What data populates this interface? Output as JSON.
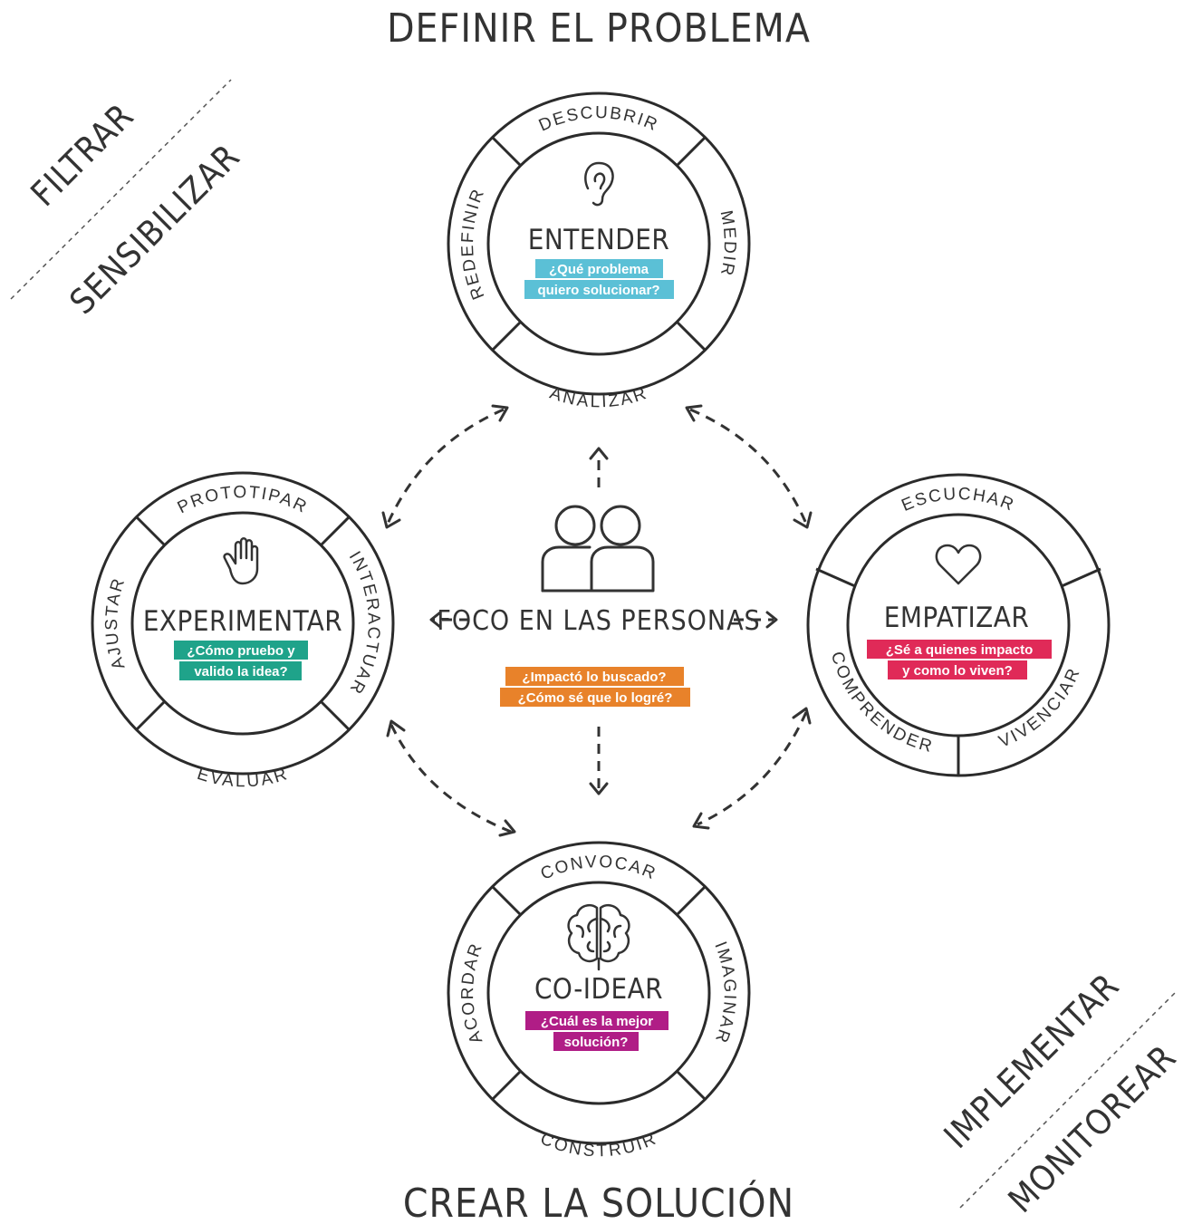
{
  "titles": {
    "top": "DEFINIR EL PROBLEMA",
    "bottom": "CREAR LA SOLUCIÓN",
    "top_left_1": "FILTRAR",
    "top_left_2": "SENSIBILIZAR",
    "bottom_right_1": "IMPLEMENTAR",
    "bottom_right_2": "MONITOREAR"
  },
  "center": {
    "label": "FOCO EN LAS PERSONAS",
    "question_1": "¿Impactó lo buscado?",
    "question_2": "¿Cómo sé que lo logré?",
    "question_color": "#e8822a"
  },
  "circles": {
    "entender": {
      "title": "ENTENDER",
      "icon": "ear-icon",
      "question_1": "¿Qué problema",
      "question_2": "quiero solucionar?",
      "color": "#5bc0d6",
      "ring": [
        "DESCUBRIR",
        "MEDIR",
        "ANALIZAR",
        "REDEFINIR"
      ]
    },
    "experimentar": {
      "title": "EXPERIMENTAR",
      "icon": "hand-icon",
      "question_1": "¿Cómo pruebo y",
      "question_2": "valido la idea?",
      "color": "#1fa38a",
      "ring": [
        "PROTOTIPAR",
        "INTERACTUAR",
        "EVALUAR",
        "AJUSTAR"
      ]
    },
    "empatizar": {
      "title": "EMPATIZAR",
      "icon": "heart-icon",
      "question_1": "¿Sé a quienes impacto",
      "question_2": "y como lo viven?",
      "color": "#e02a58",
      "ring": [
        "ESCUCHAR",
        "VIVENCIAR",
        "COMPRENDER"
      ]
    },
    "coidear": {
      "title": "CO-IDEAR",
      "icon": "brain-icon",
      "question_1": "¿Cuál es la mejor",
      "question_2": "solución?",
      "color": "#b01d86",
      "ring": [
        "CONVOCAR",
        "IMAGINAR",
        "CONSTRUIR",
        "ACORDAR"
      ]
    }
  }
}
